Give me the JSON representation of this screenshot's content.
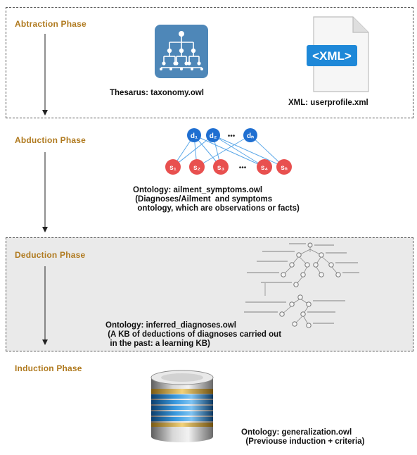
{
  "phases": [
    {
      "label": "Abtraction  Phase"
    },
    {
      "label": "Abduction  Phase"
    },
    {
      "label": "Deduction  Phase"
    },
    {
      "label": "Induction  Phase"
    }
  ],
  "abstraction": {
    "thesaurus_caption": "Thesarus: taxonomy.owl",
    "xml_caption": "XML: userprofile.xml",
    "xml_badge": "<XML>"
  },
  "abduction": {
    "top_nodes": [
      "d₁",
      "d₂",
      "dₙ"
    ],
    "bottom_nodes": [
      "s₁",
      "s₂",
      "s₃",
      "s₄",
      "sₙ"
    ],
    "ellipsis": "•••",
    "caption_line1": "Ontology: ailment_symptoms.owl",
    "caption_line2": " (Diagnoses/Ailment  and symptoms",
    "caption_line3": "  ontology, which are observations or facts)"
  },
  "deduction": {
    "caption_line1": "Ontology: inferred_diagnoses.owl",
    "caption_line2": " (A KB of deductions of diagnoses carried out",
    "caption_line3": "  in the past: a learning KB)"
  },
  "induction": {
    "caption_line1": "Ontology: generalization.owl",
    "caption_line2": "  (Previouse induction + criteria)"
  },
  "colors": {
    "phase_label": "#b07a1f",
    "disease_node": "#1f6fd1",
    "symptom_node": "#e8504f",
    "taxonomy_tile": "#4e87b8"
  }
}
